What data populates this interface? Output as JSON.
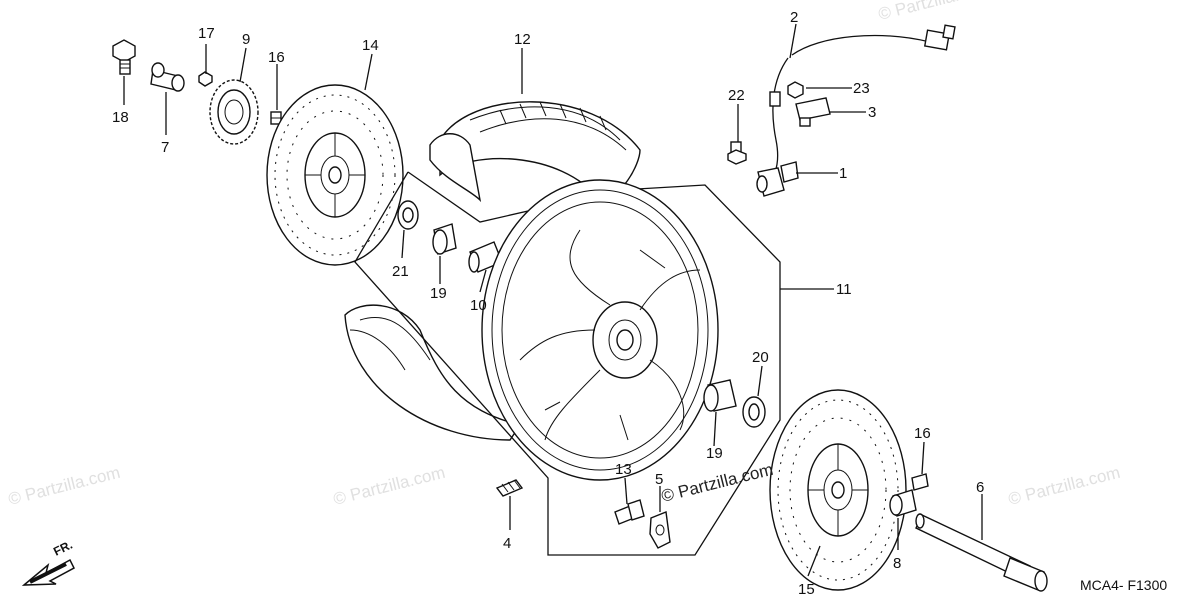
{
  "callouts": [
    "1",
    "2",
    "3",
    "4",
    "5",
    "6",
    "7",
    "8",
    "9",
    "10",
    "11",
    "12",
    "13",
    "14",
    "15",
    "16",
    "16",
    "17",
    "18",
    "19",
    "19",
    "20",
    "21",
    "22",
    "23"
  ],
  "watermark": {
    "text": "© Partzilla.com",
    "center_text": "© Partzilla.com"
  },
  "diagram_code": "MCA4- F1300",
  "direction_label": "FR.",
  "colors": {
    "line": "#111111",
    "background": "#ffffff",
    "watermark": "#e0e0e0"
  }
}
